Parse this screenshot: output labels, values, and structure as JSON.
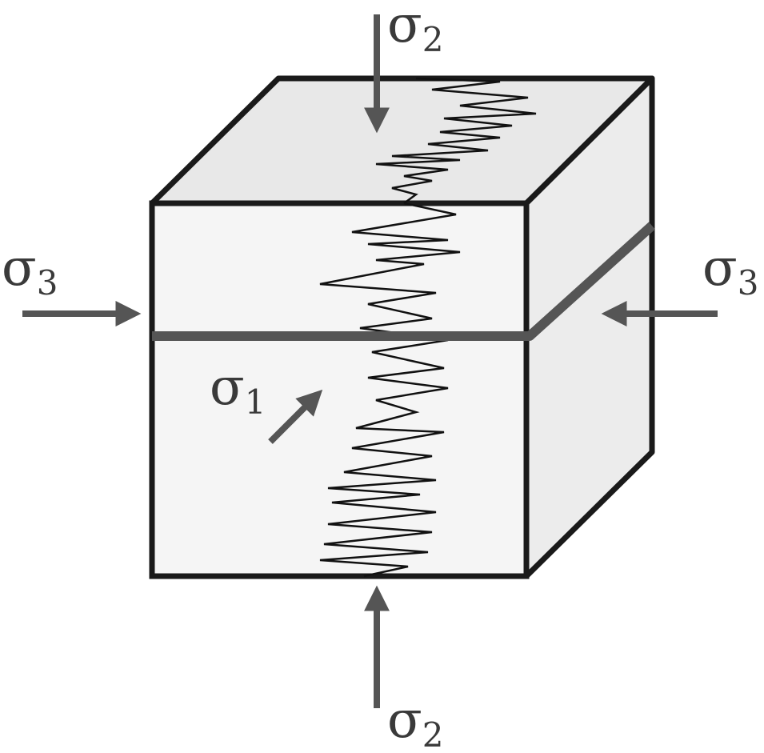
{
  "labels": {
    "sigma2_top": {
      "symbol": "σ",
      "subscript": "2"
    },
    "sigma2_bottom": {
      "symbol": "σ",
      "subscript": "2"
    },
    "sigma3_left": {
      "symbol": "σ",
      "subscript": "3"
    },
    "sigma3_right": {
      "symbol": "σ",
      "subscript": "3"
    },
    "sigma1": {
      "symbol": "σ",
      "subscript": "1"
    }
  },
  "colors": {
    "outline": "#1a1a1a",
    "arrow": "#555555",
    "front_face": "#f5f5f5",
    "top_face": "#e8e8e8",
    "side_face": "#ececec",
    "fracture": "#111111"
  }
}
